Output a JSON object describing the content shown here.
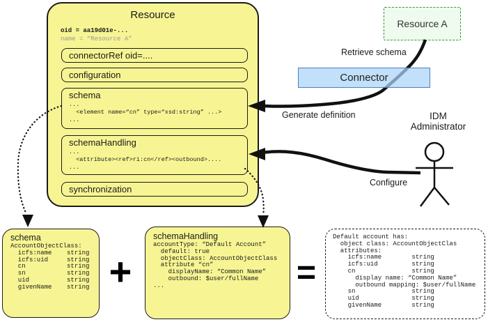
{
  "resource_panel": {
    "title": "Resource",
    "oid_line": "oid = aa19d01e-...",
    "name_line": "name = “Resource A”",
    "sections": {
      "connector_ref": "connectorRef oid=....",
      "configuration": "configuration",
      "schema": {
        "title": "schema",
        "lines": [
          "...",
          "  <element name=“cn” type=“xsd:string” ...>",
          "..."
        ]
      },
      "schema_handling": {
        "title": "schemaHandling",
        "lines": [
          "...",
          "  <attribute><ref>ri:cn</ref><outbound>....",
          "..."
        ]
      },
      "synchronization": "synchronization"
    }
  },
  "resource_a": {
    "label": "Resource A"
  },
  "connector": {
    "label": "Connector"
  },
  "actor": {
    "line1": "IDM",
    "line2": "Administrator"
  },
  "arrows": {
    "retrieve_schema": "Retrieve schema",
    "generate_definition": "Generate definition",
    "configure": "Configure"
  },
  "schema_box": {
    "title": "schema",
    "lines": [
      "AccountObjectClass:",
      "  icfs:name    string",
      "  icfs:uid     string",
      "  cn           string",
      "  sn           string",
      "  uid          string",
      "  givenName    string"
    ]
  },
  "schema_handling_box": {
    "title": "schemaHandling",
    "lines": [
      "accountType: “Default Account”",
      "  default: true",
      "  objectClass: AccountObjectClass",
      "  attribute “cn”",
      "    displayName: “Common Name”",
      "    outbound: $user/fullName",
      "..."
    ]
  },
  "result_box": {
    "lines": [
      "Default account has:",
      "  object class: AccountObjectClas",
      "  attributes:",
      "    icfs:name        string",
      "    icfs:uid         string",
      "    cn               string",
      "      display name: “Common Name”",
      "      outbound mapping: $user/fullName",
      "    sn               string",
      "    uid              string",
      "    givenName        string"
    ]
  },
  "operators": {
    "plus": "+",
    "equals": "="
  },
  "colors": {
    "box_fill": "#f7f593",
    "box_border": "#1a1a1a",
    "connector_fill": "#aad4f7",
    "connector_border": "#4a7ec2",
    "resource_a_fill": "#eefbee",
    "resource_a_border": "#2f9e2f",
    "muted_text": "#999999"
  }
}
